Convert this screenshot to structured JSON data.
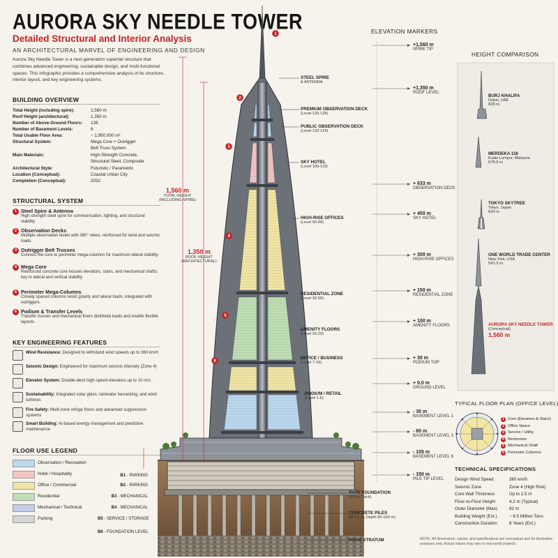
{
  "header": {
    "title": "AURORA SKY NEEDLE TOWER",
    "subtitle": "Detailed Structural and Interior Analysis",
    "tagline": "AN ARCHITECTURAL MARVEL OF ENGINEERING AND DESIGN",
    "intro": "Aurora Sky Needle Tower is a next-generation supertall structure that combines advanced engineering, sustainable design, and multi-functional spaces. This infographic provides a comprehensive analysis of its structure, interior layout, and key engineering systems."
  },
  "overview": {
    "title": "BUILDING OVERVIEW",
    "rows": [
      {
        "k": "Total Height (including spire):",
        "v": "1,560 m"
      },
      {
        "k": "Roof Height (architectural):",
        "v": "1,350 m"
      },
      {
        "k": "Number of Above-Ground Floors:",
        "v": "128"
      },
      {
        "k": "Number of Basement Levels:",
        "v": "6"
      },
      {
        "k": "Total Usable Floor Area:",
        "v": "~ 1,950,000 m²"
      },
      {
        "k": "Structural System:",
        "v": "Mega Core + Outrigger",
        "v2": "Belt Truss System"
      },
      {
        "k": "Main Materials:",
        "v": "High-Strength Concrete,",
        "v2": "Structural Steel, Composite"
      },
      {
        "k": "Architectural Style:",
        "v": "Futuristic / Parametric"
      },
      {
        "k": "Location (Conceptual):",
        "v": "Coastal Urban City"
      },
      {
        "k": "Completion (Conceptual):",
        "v": "2032"
      }
    ]
  },
  "structural": {
    "title": "STRUCTURAL SYSTEM",
    "items": [
      {
        "n": "1",
        "t": "Steel Spire & Antenna",
        "d": "High-strength steel spire for communication, lighting, and structural stability."
      },
      {
        "n": "2",
        "t": "Observation Decks",
        "d": "Multiple observation levels with 360° views, reinforced for wind and seismic loads."
      },
      {
        "n": "3",
        "t": "Outrigger Belt Trusses",
        "d": "Connect the core to perimeter mega-columns for maximum lateral stability."
      },
      {
        "n": "4",
        "t": "Mega Core",
        "d": "Reinforced concrete core houses elevators, stairs, and mechanical shafts; key to lateral and vertical stability."
      },
      {
        "n": "5",
        "t": "Perimeter Mega-Columns",
        "d": "Closely spaced columns resist gravity and lateral loads, integrated with outriggers."
      },
      {
        "n": "6",
        "t": "Podium & Transfer Levels",
        "d": "Transfer trusses and mechanical floors distribute loads and enable flexible layouts."
      }
    ]
  },
  "features": {
    "title": "KEY ENGINEERING FEATURES",
    "items": [
      {
        "icon": "wind-icon",
        "t": "Wind Resistance:",
        "d": "Designed to withstand wind speeds up to 360 km/h"
      },
      {
        "icon": "seismic-icon",
        "t": "Seismic Design:",
        "d": "Engineered for maximum seismic intensity (Zone 4)"
      },
      {
        "icon": "elevator-icon",
        "t": "Elevator System:",
        "d": "Double-deck high-speed elevators up to  10 m/s"
      },
      {
        "icon": "leaf-icon",
        "t": "Sustainability:",
        "d": "Integrated solar glass, rainwater harvesting, and wind turbines"
      },
      {
        "icon": "fire-icon",
        "t": "Fire Safety:",
        "d": "Multi-zone refuge floors and advanced suppression systems"
      },
      {
        "icon": "smart-icon",
        "t": "Smart Building:",
        "d": "AI-based energy management and predictive maintenance"
      }
    ]
  },
  "legend": {
    "title": "FLOOR USE LEGEND",
    "items": [
      {
        "label": "Observation / Recreation",
        "color": "#bcd8ef"
      },
      {
        "label": "Hotel / Hospitality",
        "color": "#f4c4c4"
      },
      {
        "label": "Office / Commercial",
        "color": "#f3e6a4"
      },
      {
        "label": "Residential",
        "color": "#bfe0b4"
      },
      {
        "label": "Mechanical / Technical",
        "color": "#c6cde8"
      },
      {
        "label": "Parking",
        "color": "#d6d6d6"
      }
    ]
  },
  "dimensions": {
    "total": {
      "v": "1,560 m",
      "l1": "TOTAL HEIGHT",
      "l2": "(INCLUDING SPIRE)"
    },
    "roof": {
      "v": "1,350 m",
      "l1": "ROOF HEIGHT",
      "l2": "(ARCHITECTURAL)"
    }
  },
  "callouts": [
    {
      "t": "STEEL SPIRE",
      "s": "& ANTENNA"
    },
    {
      "t": "PREMIUM OBSERVATION DECK",
      "s": "(Level 125-128)"
    },
    {
      "t": "PUBLIC OBSERVATION DECK",
      "s": "(Level 120-124)"
    },
    {
      "t": "SKY HOTEL",
      "s": "(Level 100-119)"
    },
    {
      "t": "HIGH-RISE OFFICES",
      "s": "(Level 60-99)"
    },
    {
      "t": "RESIDENTIAL ZONE",
      "s": "(Level 30-59)"
    },
    {
      "t": "AMENITY FLOORS",
      "s": "(Level 20-29)"
    },
    {
      "t": "OFFICE / BUSINESS",
      "s": "(Level 7-19)"
    },
    {
      "t": "PODIUM / RETAIL",
      "s": "(Level 1-6)"
    },
    {
      "t": "RAFT FOUNDATION",
      "s": "(8.0 m Thick)"
    },
    {
      "t": "CONCRETE PILES",
      "s": "(Ø 3.5 m, Depth 80-100 m)"
    },
    {
      "t": "ROCK STRATUM",
      "s": ""
    }
  ],
  "basements": [
    {
      "code": "B1",
      "name": "PARKING"
    },
    {
      "code": "B2",
      "name": "PARKING"
    },
    {
      "code": "B3",
      "name": "MECHANICAL"
    },
    {
      "code": "B4",
      "name": "MECHANICAL"
    },
    {
      "code": "B5",
      "name": "SERVICE / STORAGE"
    },
    {
      "code": "B6",
      "name": "FOUNDATION LEVEL"
    }
  ],
  "elevation": {
    "title": "ELEVATION MARKERS",
    "items": [
      {
        "v": "+1,560 m",
        "l": "SPIRE TIP"
      },
      {
        "v": "+1,350 m",
        "l": "ROOF LEVEL"
      },
      {
        "v": "+ 633 m",
        "l": "OBSERVATION DECK"
      },
      {
        "v": "+ 450 m",
        "l": "SKY HOTEL"
      },
      {
        "v": "+ 300 m",
        "l": "HIGH-RISE OFFICES"
      },
      {
        "v": "+ 150 m",
        "l": "RESIDENTIAL ZONE"
      },
      {
        "v": "+ 100 m",
        "l": "AMENITY FLOORS"
      },
      {
        "v": "+ 30 m",
        "l": "PODIUM TOP"
      },
      {
        "v": "+ 0.0 m",
        "l": "GROUND LEVEL"
      },
      {
        "v": "- 30 m",
        "l": "BASEMENT LEVEL 1"
      },
      {
        "v": "- 60 m",
        "l": "BASEMENT LEVEL 3"
      },
      {
        "v": "- 105 m",
        "l": "BASEMENT LEVEL 6"
      },
      {
        "v": "- 150 m",
        "l": "PILE TIP LEVEL"
      }
    ]
  },
  "comparison": {
    "title": "HEIGHT COMPARISON",
    "items": [
      {
        "n": "BURJ KHALIFA",
        "l": "Dubai, UAE",
        "h": "828 m"
      },
      {
        "n": "MERDEKA 118",
        "l": "Kuala Lumpur, Malaysia",
        "h": "678.9 m"
      },
      {
        "n": "TOKYO SKYTREE",
        "l": "Tokyo, Japan",
        "h": "634 m"
      },
      {
        "n": "ONE WORLD TRADE CENTER",
        "l": "New York, USA",
        "h": "541.3 m"
      },
      {
        "n": "AURORA SKY NEEDLE TOWER",
        "l": "(Conceptual)",
        "h": "1,560 m"
      }
    ]
  },
  "floorplan": {
    "title": "TYPICAL FLOOR PLAN (OFFICE LEVEL)",
    "items": [
      {
        "n": "1",
        "t": "Core (Elevators & Stairs)"
      },
      {
        "n": "2",
        "t": "Office Space"
      },
      {
        "n": "3",
        "t": "Service / Utility"
      },
      {
        "n": "4",
        "t": "Restrooms"
      },
      {
        "n": "5",
        "t": "Mechanical Shaft"
      },
      {
        "n": "6",
        "t": "Perimeter Columns"
      }
    ]
  },
  "specs": {
    "title": "TECHNICAL SPECIFICATIONS",
    "rows": [
      {
        "k": "Design Wind Speed",
        "v": "360 km/h"
      },
      {
        "k": "Seismic Zone",
        "v": "Zone 4 (High Risk)"
      },
      {
        "k": "Core Wall Thickness",
        "v": "Up to 2.5 m"
      },
      {
        "k": "Floor-to-Floor Height",
        "v": "4.2 m (Typical)"
      },
      {
        "k": "Outer Diameter (Max)",
        "v": "82 m"
      },
      {
        "k": "Building Weight (Est.)",
        "v": "~ 6.5 Million Tons"
      },
      {
        "k": "Construction Duration",
        "v": "8 Years (Est.)"
      }
    ]
  },
  "note": "NOTE: All dimensions, values, and specifications are conceptual and for illustrative purposes only. Actual values may vary in real-world projects.",
  "colors": {
    "accent": "#c52227",
    "ground": "#8a6a4a",
    "steel": "#4a4f56"
  }
}
